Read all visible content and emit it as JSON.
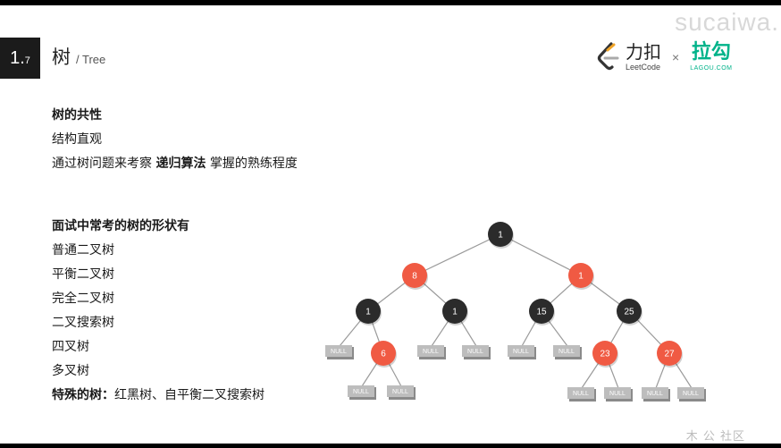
{
  "header": {
    "section_main": "1.",
    "section_sub": "7",
    "title_cn": "树",
    "title_en": "/ Tree",
    "watermark": "sucaiwa."
  },
  "logos": {
    "leetcode_cn": "力扣",
    "leetcode_en": "LeetCode",
    "separator": "×",
    "lagou_cn": "拉勾",
    "lagou_en": "LAGOU.COM"
  },
  "commonality": {
    "heading": "树的共性",
    "line1": "结构直观",
    "line2_prefix": "通过树问题来考察 ",
    "line2_bold": "递归算法",
    "line2_suffix": " 掌握的熟练程度"
  },
  "shapes": {
    "heading": "面试中常考的树的形状有",
    "items": [
      "普通二叉树",
      "平衡二叉树",
      "完全二叉树",
      "二叉搜索树",
      "四叉树",
      "多叉树"
    ],
    "special_label": "特殊的树：",
    "special_value": "红黑树、自平衡二叉搜索树"
  },
  "tree": {
    "colors": {
      "black": "#2b2b2b",
      "red": "#f05a43",
      "null_box": "#bdbdbd"
    },
    "null_label": "NULL",
    "nodes": [
      {
        "id": "n1",
        "label": "1",
        "color": "black"
      },
      {
        "id": "n2",
        "label": "8",
        "color": "red"
      },
      {
        "id": "n3",
        "label": "1",
        "color": "red"
      },
      {
        "id": "n4",
        "label": "1",
        "color": "black"
      },
      {
        "id": "n5",
        "label": "1",
        "color": "black"
      },
      {
        "id": "n6",
        "label": "15",
        "color": "black"
      },
      {
        "id": "n7",
        "label": "25",
        "color": "black"
      },
      {
        "id": "n8",
        "label": "6",
        "color": "red"
      },
      {
        "id": "n9",
        "label": "23",
        "color": "red"
      },
      {
        "id": "n10",
        "label": "27",
        "color": "red"
      }
    ]
  },
  "footer": {
    "corner_text": "木 公 社区"
  }
}
